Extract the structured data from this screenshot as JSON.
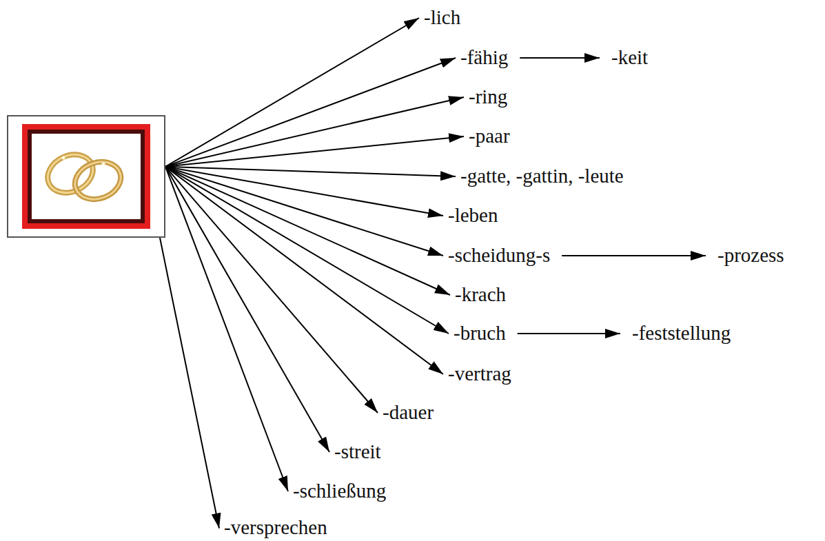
{
  "diagram": {
    "nodes": [
      {
        "text": []
      },
      {
        "text": [
          "-lich"
        ]
      },
      {
        "text": [
          "-fähig"
        ]
      },
      {
        "text": [
          "-keit"
        ]
      },
      {
        "text": [
          "-ring"
        ]
      },
      {
        "text": [
          "-paar"
        ]
      },
      {
        "text": [
          "-gatte, -gattin, -leute"
        ]
      },
      {
        "text": [
          "-leben"
        ]
      },
      {
        "text": [
          "-scheidung-s"
        ]
      },
      {
        "text": [
          "-prozess"
        ]
      },
      {
        "text": [
          "-krach"
        ]
      },
      {
        "text": [
          "-bruch"
        ]
      },
      {
        "text": [
          "-feststellung"
        ]
      },
      {
        "text": [
          "-vertrag"
        ]
      },
      {
        "text": [
          "-dauer"
        ]
      },
      {
        "text": [
          "-streit"
        ]
      },
      {
        "text": [
          "-schließung"
        ]
      },
      {
        "text": [
          "-versprechen"
        ]
      }
    ],
    "edges": [
      {
        "from": 0,
        "to": 1,
        "arrow": "to"
      },
      {
        "from": 0,
        "to": 2,
        "arrow": "to"
      },
      {
        "from": 2,
        "to": 3,
        "arrow": "to"
      },
      {
        "from": 0,
        "to": 4,
        "arrow": "to"
      },
      {
        "from": 0,
        "to": 5,
        "arrow": "to"
      },
      {
        "from": 0,
        "to": 6,
        "arrow": "to"
      },
      {
        "from": 0,
        "to": 7,
        "arrow": "to"
      },
      {
        "from": 0,
        "to": 8,
        "arrow": "to"
      },
      {
        "from": 8,
        "to": 9,
        "arrow": "to"
      },
      {
        "from": 0,
        "to": 10,
        "arrow": "to"
      },
      {
        "from": 0,
        "to": 11,
        "arrow": "to"
      },
      {
        "from": 11,
        "to": 12,
        "arrow": "to"
      },
      {
        "from": 0,
        "to": 13,
        "arrow": "to"
      },
      {
        "from": 0,
        "to": 14,
        "arrow": "to"
      },
      {
        "from": 0,
        "to": 15,
        "arrow": "to"
      },
      {
        "from": 0,
        "to": 16,
        "arrow": "to"
      },
      {
        "from": 0,
        "to": 17,
        "arrow": "to"
      }
    ]
  }
}
